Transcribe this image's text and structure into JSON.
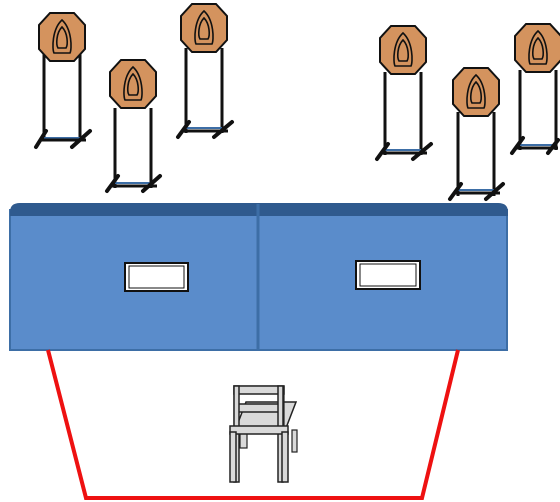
{
  "scene": {
    "description_visible_text": "",
    "colors": {
      "target_fill": "#d4935e",
      "target_stroke": "#111111",
      "wall_front": "#5a8ccb",
      "wall_top": "#2f5a8e",
      "wall_divider": "#3d6ea6",
      "window_fill": "#ffffff",
      "shooting_area_outline": "#ee1111",
      "chair_fill": "#d9d9d9",
      "chair_stroke": "#222222"
    },
    "target_count": 6,
    "wall_window_count": 2,
    "chair_count": 1
  }
}
